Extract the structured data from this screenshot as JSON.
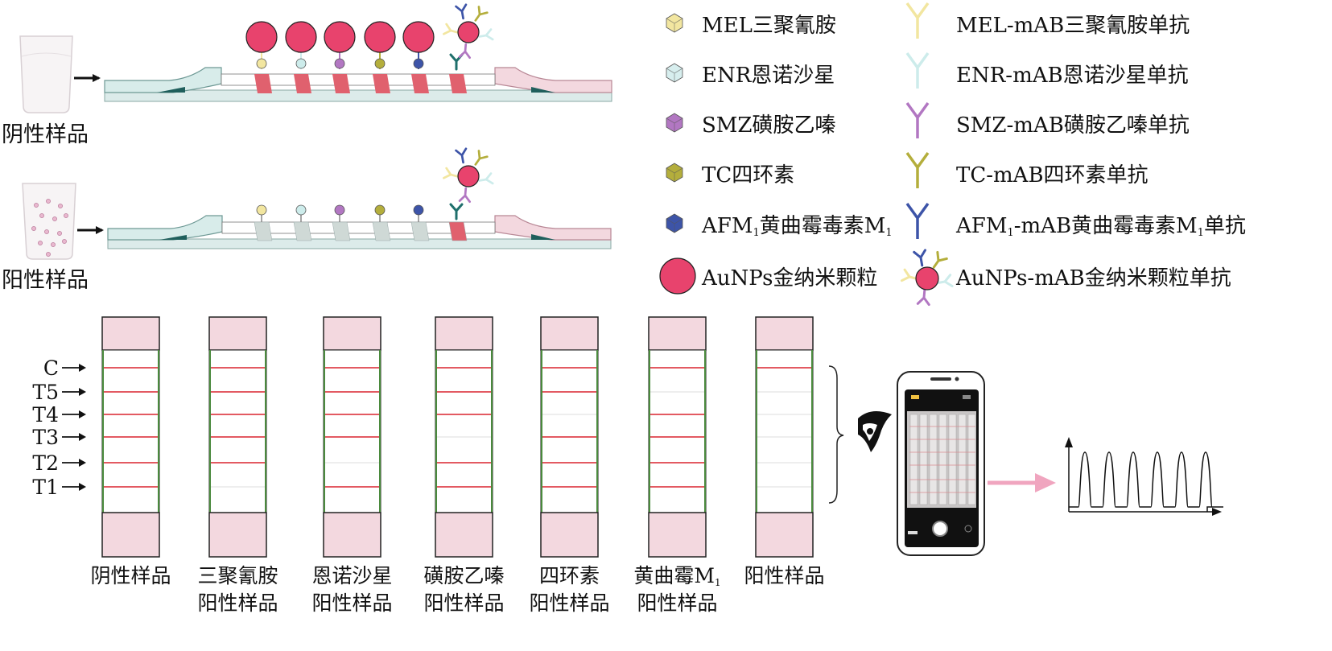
{
  "samples": {
    "negative": "阴性样品",
    "positive": "阳性样品"
  },
  "legend_left": [
    {
      "label": "MEL三聚氰胺",
      "color": "#f2e6a0",
      "icon": "cube-icon"
    },
    {
      "label": "ENR恩诺沙星",
      "color": "#d7eeee",
      "icon": "cube-icon"
    },
    {
      "label": "SMZ磺胺乙嗪",
      "color": "#b277c2",
      "icon": "cube-icon"
    },
    {
      "label": "TC四环素",
      "color": "#b4ae3c",
      "icon": "cube-icon"
    },
    {
      "label_pre": "AFM",
      "sub": "1",
      "label_post": "黄曲霉毒素M",
      "sub2": "1",
      "color": "#3d54a8",
      "icon": "cube-icon"
    },
    {
      "label": "AuNPs金纳米颗粒",
      "color": "#e8436d",
      "icon": "gold-nanoparticle-icon"
    }
  ],
  "legend_right": [
    {
      "label": "MEL-mAB三聚氰胺单抗",
      "color": "#f2e6a0",
      "icon": "antibody-icon"
    },
    {
      "label": "ENR-mAB恩诺沙星单抗",
      "color": "#cdeceb",
      "icon": "antibody-icon"
    },
    {
      "label": "SMZ-mAB磺胺乙嗪单抗",
      "color": "#b277c2",
      "icon": "antibody-icon"
    },
    {
      "label": "TC-mAB四环素单抗",
      "color": "#b4ae3c",
      "icon": "antibody-icon"
    },
    {
      "label_pre": "AFM",
      "sub": "1",
      "label_post": "-mAB黄曲霉毒素M",
      "sub2": "1",
      "label_end": "单抗",
      "color": "#3d54a8",
      "icon": "antibody-icon"
    },
    {
      "label": "AuNPs-mAB金纳米颗粒单抗",
      "color": "#e8436d",
      "icon": "antibody-conjugate-icon"
    }
  ],
  "line_labels": [
    "C",
    "T5",
    "T4",
    "T3",
    "T2",
    "T1"
  ],
  "strips": [
    {
      "caption": [
        "阴性样品"
      ],
      "lines": [
        true,
        true,
        true,
        true,
        true,
        true
      ]
    },
    {
      "caption": [
        "三聚氰胺",
        "阳性样品"
      ],
      "lines": [
        true,
        true,
        true,
        true,
        true,
        false
      ]
    },
    {
      "caption": [
        "恩诺沙星",
        "阳性样品"
      ],
      "lines": [
        true,
        true,
        true,
        true,
        false,
        true
      ]
    },
    {
      "caption": [
        "磺胺乙嗪",
        "阳性样品"
      ],
      "lines": [
        true,
        true,
        true,
        false,
        true,
        true
      ]
    },
    {
      "caption": [
        "四环素",
        "阳性样品"
      ],
      "lines": [
        true,
        true,
        false,
        true,
        true,
        true
      ]
    },
    {
      "caption_pre": "黄曲霉M",
      "caption_sub": "1",
      "caption": [
        "黄曲霉M1",
        "阳性样品"
      ],
      "lines": [
        true,
        false,
        true,
        true,
        true,
        true
      ]
    },
    {
      "caption": [
        "阳性样品"
      ],
      "lines": [
        true,
        false,
        false,
        false,
        false,
        false
      ]
    }
  ],
  "colors": {
    "gold": "#e8436d",
    "test_line": "#e35a62",
    "test_line_faint": "#c9d3cf",
    "pad_pink": "#f3d8df",
    "sample_pad": "#d8ecea",
    "strip_edge": "#4a8a3d",
    "arrow_pink": "#f0a5bf"
  },
  "antibody_colors": [
    "#f2e6a0",
    "#cdeceb",
    "#b277c2",
    "#b4ae3c",
    "#3d54a8",
    "#1f6f6c"
  ]
}
